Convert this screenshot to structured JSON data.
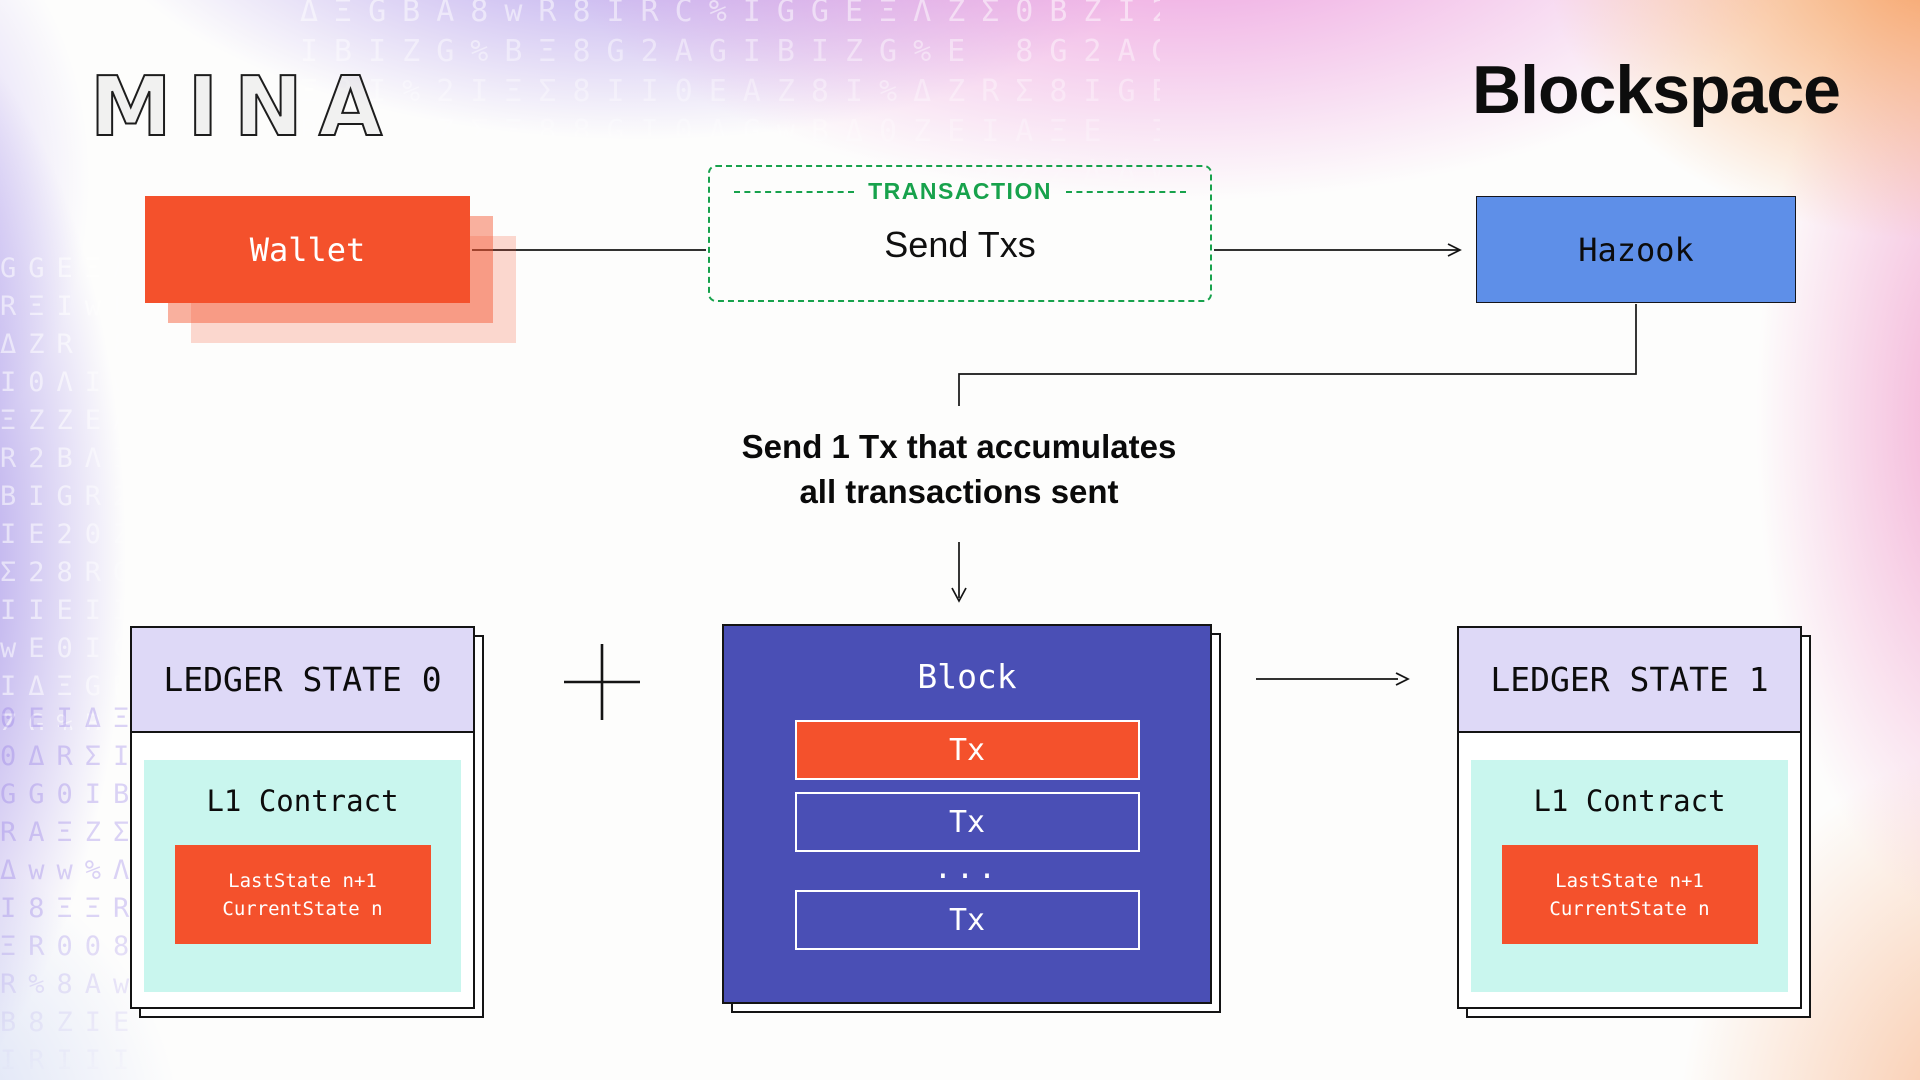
{
  "header": {
    "logo": "MINA",
    "title": "Blockspace"
  },
  "flow": {
    "wallet_label": "Wallet",
    "transaction_tag": "TRANSACTION",
    "transaction_label": "Send Txs",
    "hazook_label": "Hazook",
    "accumulate_line1": "Send 1 Tx that accumulates",
    "accumulate_line2": "all transactions sent"
  },
  "ledger_state_0": {
    "title": "LEDGER STATE 0",
    "contract_title": "L1 Contract",
    "state_line1": "LastState n+1",
    "state_line2": "CurrentState n"
  },
  "block": {
    "title": "Block",
    "rows": [
      {
        "label": "Tx",
        "style": "filled"
      },
      {
        "label": "Tx",
        "style": "outline"
      },
      {
        "label": "...",
        "style": "dots"
      },
      {
        "label": "Tx",
        "style": "outline"
      }
    ]
  },
  "ledger_state_1": {
    "title": "LEDGER STATE 1",
    "contract_title": "L1 Contract",
    "state_line1": "LastState n+1",
    "state_line2": "CurrentState n"
  },
  "colors": {
    "orange": "#F4512C",
    "blue": "#5E8FE8",
    "indigo": "#4A4FB5",
    "lavender": "#DED9F7",
    "cyan": "#C9F6EE",
    "green": "#17A24C",
    "ink": "#111111"
  }
}
